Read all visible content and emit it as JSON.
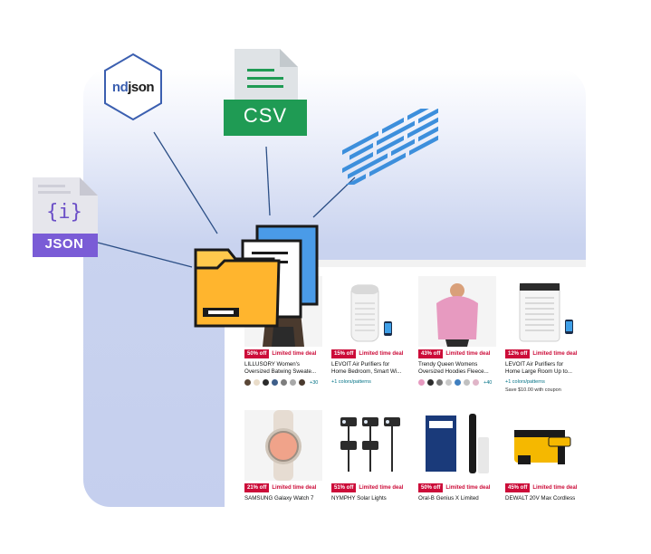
{
  "formats": {
    "ndjson": {
      "nd": "nd",
      "json": "json",
      "color": "#3b5fb0"
    },
    "csv": {
      "label": "CSV",
      "color": "#1f9b54"
    },
    "json": {
      "label": "JSON",
      "braces": "{i}",
      "color": "#7a5cd6"
    },
    "parquet": {
      "icon": "parquet-icon",
      "color": "#3d8fdc"
    }
  },
  "products": [
    {
      "discount": "50% off",
      "deal": "Limited time deal",
      "title1": "LILLUSORY Women's",
      "title2": "Oversized Batwing Sweate...",
      "swatches": [
        "#5a4636",
        "#e9dcc9",
        "#2b2b2b",
        "#3e5f8a",
        "#7d7d7d",
        "#a8a8a8",
        "#4a3a2e"
      ],
      "more": "+30"
    },
    {
      "discount": "15% off",
      "deal": "Limited time deal",
      "title1": "LEVOIT Air Purifiers for",
      "title2": "Home Bedroom, Smart Wi...",
      "colors": "+1 colors/patterns"
    },
    {
      "discount": "43% off",
      "deal": "Limited time deal",
      "title1": "Trendy Queen Womens",
      "title2": "Oversized Hoodies Fleece...",
      "swatches": [
        "#e79ac0",
        "#2b2b2b",
        "#777777",
        "#c9c9c9",
        "#3f7fbf",
        "#c0c0c0",
        "#e0b5c8"
      ],
      "more": "+40"
    },
    {
      "discount": "12% off",
      "deal": "Limited time deal",
      "title1": "LEVOIT Air Purifiers for",
      "title2": "Home Large Room Up to...",
      "colors": "+1 colors/patterns",
      "coupon": "Save $10.00 with coupon"
    },
    {
      "discount": "21% off",
      "deal": "Limited time deal",
      "title1": "SAMSUNG Galaxy Watch 7",
      "title2": ""
    },
    {
      "discount": "51% off",
      "deal": "Limited time deal",
      "title1": "NYMPHY Solar Lights",
      "title2": ""
    },
    {
      "discount": "50% off",
      "deal": "Limited time deal",
      "title1": "Oral-B Genius X Limited",
      "title2": ""
    },
    {
      "discount": "45% off",
      "deal": "Limited time deal",
      "title1": "DEWALT 20V Max Cordless",
      "title2": ""
    }
  ]
}
